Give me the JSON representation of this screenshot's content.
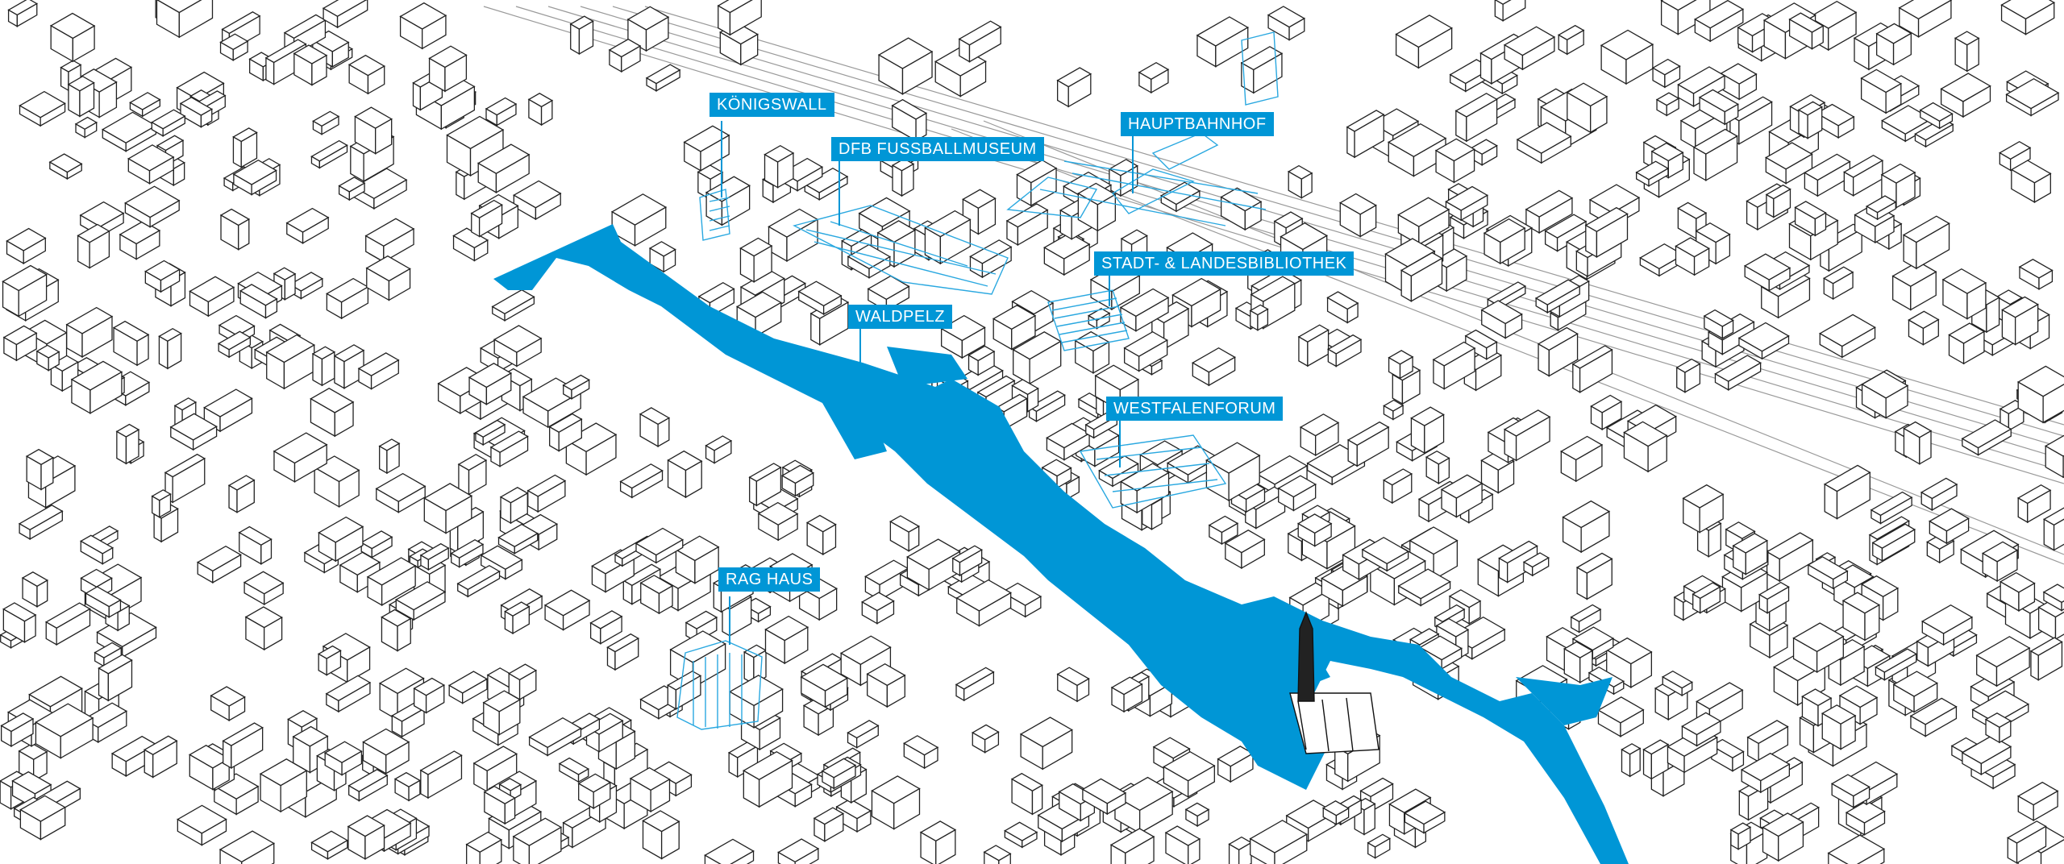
{
  "map": {
    "colors": {
      "accent": "#0096d6",
      "highlight_fill": "#0096d6",
      "building_stroke": "#222222",
      "highlight_stroke": "#2aa8e0",
      "background": "#ffffff"
    },
    "labels": {
      "koenigswall": "KÖNIGSWALL",
      "fussballmuseum": "DFB FUSSBALLMUSEUM",
      "hauptbahnhof": "HAUPTBAHNHOF",
      "bibliothek": "STADT- & LANDESBIBLIOTHEK",
      "waldpelz": "WALDPELZ",
      "westfalenforum": "WESTFALENFORUM",
      "rag_haus": "RAG HAUS"
    }
  }
}
